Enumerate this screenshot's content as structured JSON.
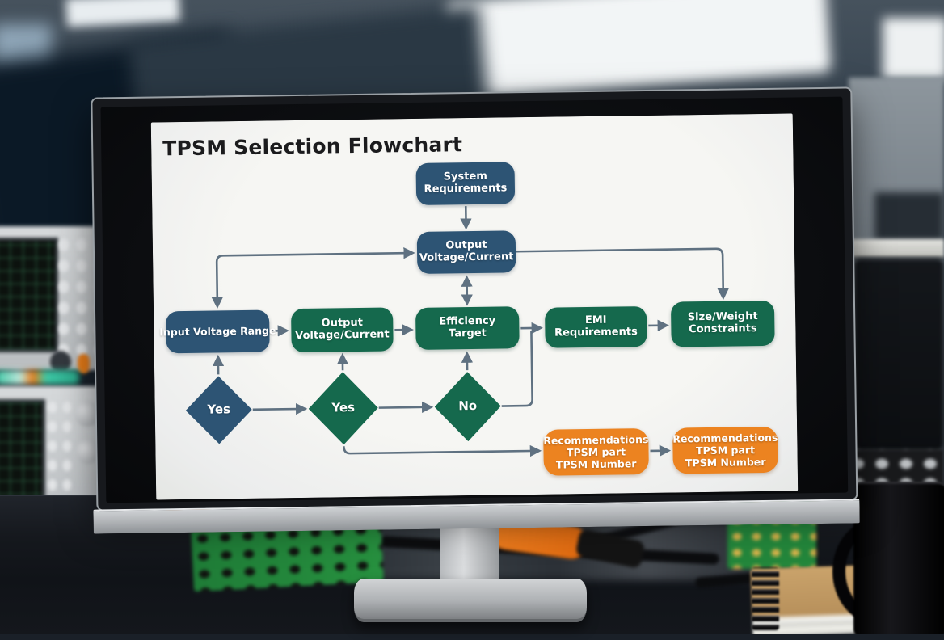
{
  "flowchart": {
    "title": "TPSM Selection Flowchart",
    "nodes": {
      "system_requirements": {
        "label": "System Requirements",
        "shape": "rounded-box",
        "color": "navy"
      },
      "output_voltage_current_hub": {
        "label": "Output Voltage/Current",
        "shape": "rounded-box",
        "color": "navy"
      },
      "input_voltage_range": {
        "label": "Input Voltage Range",
        "shape": "rounded-box",
        "color": "navy"
      },
      "output_voltage_current": {
        "label": "Output Voltage/Current",
        "shape": "rounded-box",
        "color": "green"
      },
      "efficiency_target": {
        "label": "Efficiency Target",
        "shape": "rounded-box",
        "color": "green"
      },
      "emi_requirements": {
        "label": "EMI Requirements",
        "shape": "rounded-box",
        "color": "green"
      },
      "size_weight_constraints": {
        "label": "Size/Weight Constraints",
        "shape": "rounded-box",
        "color": "green"
      },
      "decision_yes_1": {
        "label": "Yes",
        "shape": "diamond",
        "color": "navy"
      },
      "decision_yes_2": {
        "label": "Yes",
        "shape": "diamond",
        "color": "green"
      },
      "decision_no": {
        "label": "No",
        "shape": "diamond",
        "color": "green"
      },
      "recommendation_left": {
        "lines": [
          "Recommendations",
          "TPSM part",
          "TPSM Number"
        ],
        "shape": "rounded-box",
        "color": "orange"
      },
      "recommendation_right": {
        "lines": [
          "Recommendations",
          "TPSM part",
          "TPSM Number"
        ],
        "shape": "rounded-box",
        "color": "orange"
      }
    },
    "colors": {
      "navy": "#2d5474",
      "green": "#15694d",
      "orange": "#ec8320",
      "connector": "#5f7181",
      "slide_background": "#f3f3ef",
      "title_text": "#1b1b1d",
      "node_text": "#ffffff"
    }
  }
}
